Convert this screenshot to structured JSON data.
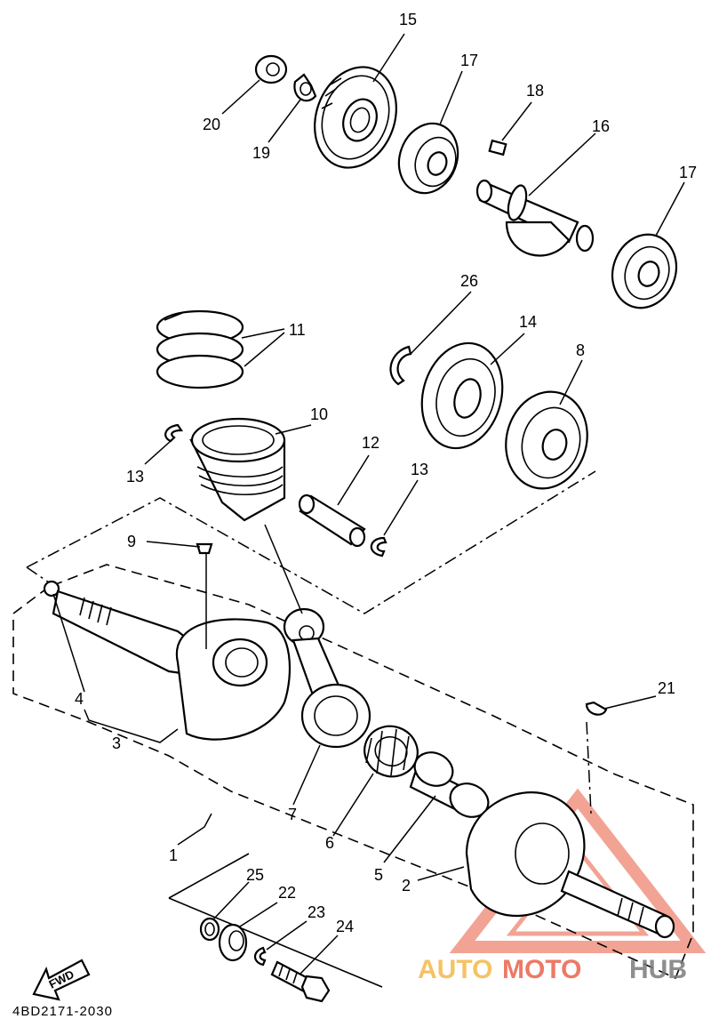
{
  "diagram": {
    "part_numbers": {
      "p1": "1",
      "p2": "2",
      "p3": "3",
      "p4": "4",
      "p5": "5",
      "p6": "6",
      "p7": "7",
      "p8": "8",
      "p9": "9",
      "p10": "10",
      "p11": "11",
      "p12": "12",
      "p13a": "13",
      "p13b": "13",
      "p14": "14",
      "p15": "15",
      "p16": "16",
      "p17a": "17",
      "p17b": "17",
      "p18": "18",
      "p19": "19",
      "p20": "20",
      "p21": "21",
      "p22": "22",
      "p23": "23",
      "p24": "24",
      "p25": "25",
      "p26": "26"
    },
    "forward_label": "FWD",
    "drawing_code": "4BD2171-2030"
  },
  "watermark": {
    "part1": "AUTO",
    "part2": "MOTO",
    "part3": "HUB",
    "color_orange": "#f3b33f",
    "color_red": "#e8583e",
    "color_gray": "#7a7a7a"
  }
}
